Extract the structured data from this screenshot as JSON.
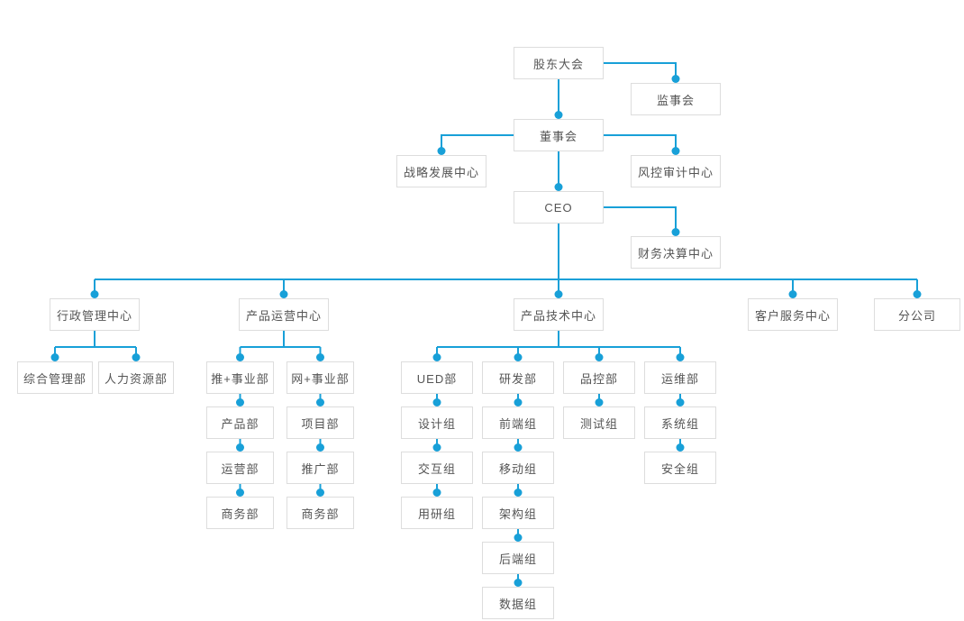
{
  "org_chart": {
    "colors": {
      "connector": "#18a0d8",
      "node_border": "#dddddd",
      "node_background": "#ffffff",
      "node_text": "#555555",
      "page_background": "#ffffff"
    },
    "nodes": [
      {
        "id": "shareholders",
        "label": "股东大会"
      },
      {
        "id": "supervisory",
        "label": "监事会"
      },
      {
        "id": "board",
        "label": "董事会"
      },
      {
        "id": "strategy",
        "label": "战略发展中心"
      },
      {
        "id": "risk",
        "label": "风控审计中心"
      },
      {
        "id": "ceo",
        "label": "CEO"
      },
      {
        "id": "finance",
        "label": "财务决算中心"
      },
      {
        "id": "admin",
        "label": "行政管理中心"
      },
      {
        "id": "ops",
        "label": "产品运营中心"
      },
      {
        "id": "tech",
        "label": "产品技术中心"
      },
      {
        "id": "service",
        "label": "客户服务中心"
      },
      {
        "id": "branch",
        "label": "分公司"
      },
      {
        "id": "general",
        "label": "综合管理部"
      },
      {
        "id": "hr",
        "label": "人力资源部"
      },
      {
        "id": "tui",
        "label": "推+事业部"
      },
      {
        "id": "wang",
        "label": "网+事业部"
      },
      {
        "id": "ued",
        "label": "UED部"
      },
      {
        "id": "rd",
        "label": "研发部"
      },
      {
        "id": "qc",
        "label": "品控部"
      },
      {
        "id": "om",
        "label": "运维部"
      },
      {
        "id": "product",
        "label": "产品部"
      },
      {
        "id": "operate",
        "label": "运营部"
      },
      {
        "id": "biz_tui",
        "label": "商务部"
      },
      {
        "id": "project",
        "label": "项目部"
      },
      {
        "id": "promo",
        "label": "推广部"
      },
      {
        "id": "biz_wang",
        "label": "商务部"
      },
      {
        "id": "design",
        "label": "设计组"
      },
      {
        "id": "interact",
        "label": "交互组"
      },
      {
        "id": "research",
        "label": "用研组"
      },
      {
        "id": "frontend",
        "label": "前端组"
      },
      {
        "id": "mobile",
        "label": "移动组"
      },
      {
        "id": "arch",
        "label": "架构组"
      },
      {
        "id": "backend",
        "label": "后端组"
      },
      {
        "id": "data_team",
        "label": "数据组"
      },
      {
        "id": "test",
        "label": "测试组"
      },
      {
        "id": "sys",
        "label": "系统组"
      },
      {
        "id": "sec",
        "label": "安全组"
      }
    ],
    "edges": [
      {
        "from": "shareholders",
        "to": "supervisory"
      },
      {
        "from": "shareholders",
        "to": "board"
      },
      {
        "from": "board",
        "to": "strategy"
      },
      {
        "from": "board",
        "to": "risk"
      },
      {
        "from": "board",
        "to": "ceo"
      },
      {
        "from": "ceo",
        "to": "finance"
      },
      {
        "from": "ceo",
        "to": "admin"
      },
      {
        "from": "ceo",
        "to": "ops"
      },
      {
        "from": "ceo",
        "to": "tech"
      },
      {
        "from": "ceo",
        "to": "service"
      },
      {
        "from": "ceo",
        "to": "branch"
      },
      {
        "from": "admin",
        "to": "general"
      },
      {
        "from": "admin",
        "to": "hr"
      },
      {
        "from": "ops",
        "to": "tui"
      },
      {
        "from": "ops",
        "to": "wang"
      },
      {
        "from": "tui",
        "to": "product"
      },
      {
        "from": "product",
        "to": "operate"
      },
      {
        "from": "operate",
        "to": "biz_tui"
      },
      {
        "from": "wang",
        "to": "project"
      },
      {
        "from": "project",
        "to": "promo"
      },
      {
        "from": "promo",
        "to": "biz_wang"
      },
      {
        "from": "tech",
        "to": "ued"
      },
      {
        "from": "tech",
        "to": "rd"
      },
      {
        "from": "tech",
        "to": "qc"
      },
      {
        "from": "tech",
        "to": "om"
      },
      {
        "from": "ued",
        "to": "design"
      },
      {
        "from": "design",
        "to": "interact"
      },
      {
        "from": "interact",
        "to": "research"
      },
      {
        "from": "rd",
        "to": "frontend"
      },
      {
        "from": "frontend",
        "to": "mobile"
      },
      {
        "from": "mobile",
        "to": "arch"
      },
      {
        "from": "arch",
        "to": "backend"
      },
      {
        "from": "backend",
        "to": "data_team"
      },
      {
        "from": "qc",
        "to": "test"
      },
      {
        "from": "om",
        "to": "sys"
      },
      {
        "from": "sys",
        "to": "sec"
      }
    ]
  }
}
